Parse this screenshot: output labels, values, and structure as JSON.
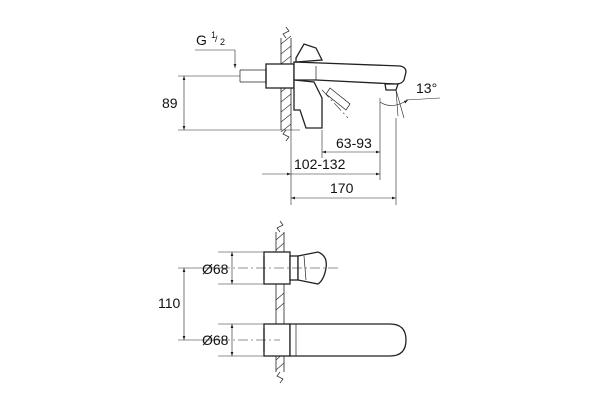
{
  "side_view": {
    "thread_label": "G",
    "thread_num": "1",
    "thread_den": "2",
    "angle_label": "13°",
    "dim_height": "89",
    "dim_range_small": "63-93",
    "dim_range_large": "102-132",
    "dim_total": "170"
  },
  "front_view": {
    "dia_top": "Ø68",
    "dia_bottom": "Ø68",
    "dim_spacing": "110"
  }
}
